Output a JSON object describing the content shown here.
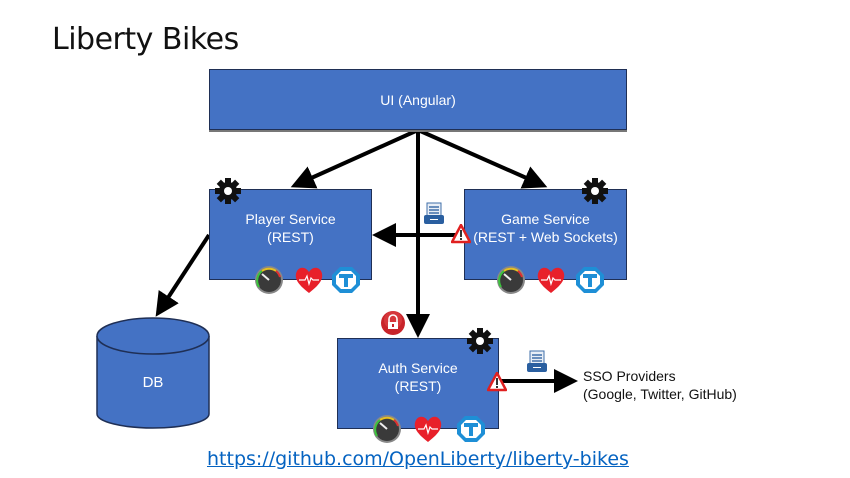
{
  "title": "Liberty Bikes",
  "nodes": {
    "ui": {
      "label": "UI (Angular)"
    },
    "player": {
      "line1": "Player Service",
      "line2": "(REST)"
    },
    "game": {
      "line1": "Game Service",
      "line2": "(REST + Web Sockets)"
    },
    "auth": {
      "line1": "Auth Service",
      "line2": "(REST)"
    },
    "db": {
      "label": "DB"
    },
    "sso": {
      "line1": "SSO Providers",
      "line2": "(Google, Twitter, GitHub)"
    }
  },
  "icons": {
    "config": "gear-icon",
    "metrics": "gauge-icon",
    "health": "heart-icon",
    "tracing": "tracing-icon",
    "openapi": "json-document-icon",
    "fault_tolerance": "warning-icon",
    "security": "lock-icon"
  },
  "colors": {
    "box_fill": "#4472c4",
    "box_border": "#1f2f55",
    "arrow": "#000000",
    "link": "#0563c1",
    "heart": "#e8202a",
    "warning": "#e02020",
    "tracing": "#1e8fd6"
  },
  "footer": {
    "link_text": "https://github.com/OpenLiberty/liberty-bikes"
  }
}
